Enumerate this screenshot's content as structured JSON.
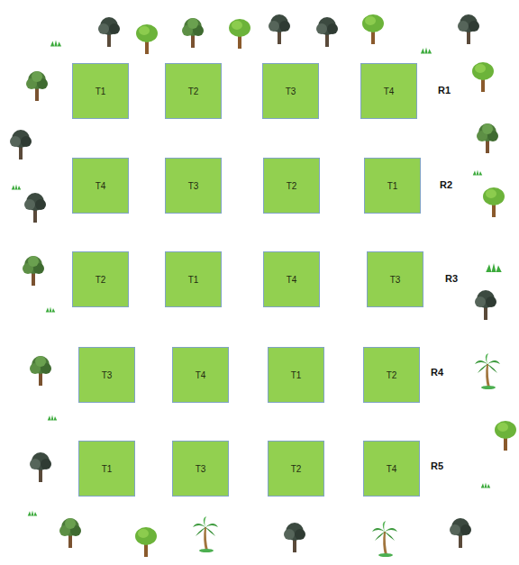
{
  "diagram": {
    "nodes": [
      {
        "text": [
          "T1"
        ]
      },
      {
        "text": [
          "T2"
        ]
      },
      {
        "text": [
          "T3"
        ]
      },
      {
        "text": [
          "T4"
        ]
      },
      {
        "text": [
          "T4"
        ]
      },
      {
        "text": [
          "T3"
        ]
      },
      {
        "text": [
          "T2"
        ]
      },
      {
        "text": [
          "T1"
        ]
      },
      {
        "text": [
          "T2"
        ]
      },
      {
        "text": [
          "T1"
        ]
      },
      {
        "text": [
          "T4"
        ]
      },
      {
        "text": [
          "T3"
        ]
      },
      {
        "text": [
          "T3"
        ]
      },
      {
        "text": [
          "T4"
        ]
      },
      {
        "text": [
          "T1"
        ]
      },
      {
        "text": [
          "T2"
        ]
      },
      {
        "text": [
          "T1"
        ]
      },
      {
        "text": [
          "T3"
        ]
      },
      {
        "text": [
          "T2"
        ]
      },
      {
        "text": [
          "T4"
        ]
      }
    ],
    "labels": [
      "R1",
      "R2",
      "R3",
      "R4",
      "R5"
    ]
  }
}
